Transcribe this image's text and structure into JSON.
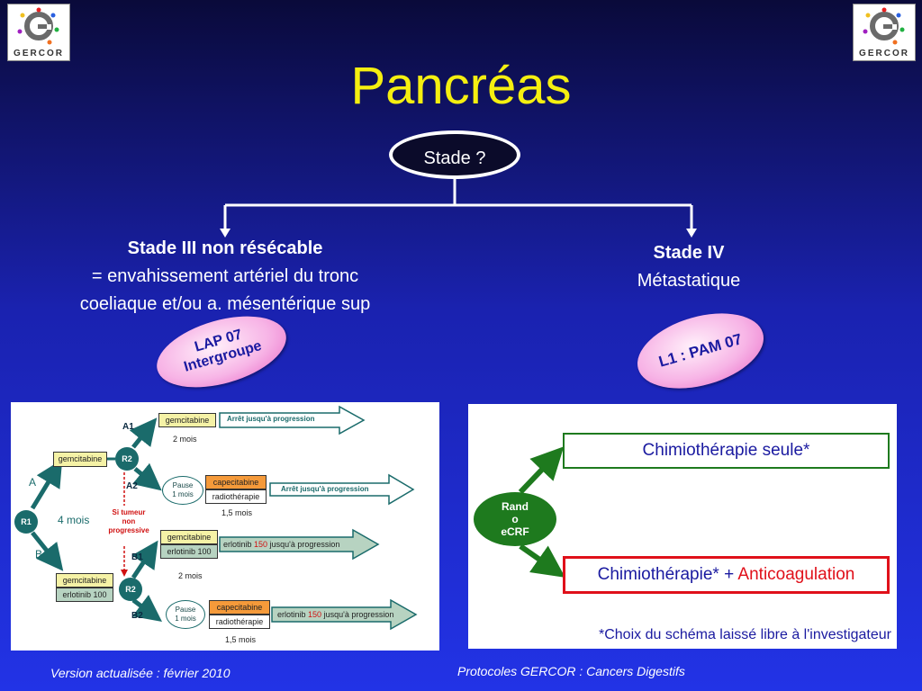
{
  "logo_text": "GERCOR",
  "title": "Pancréas",
  "stade_question": "Stade ?",
  "left_branch": {
    "heading": "Stade III non résécable",
    "line1": "= envahissement artériel du tronc",
    "line2": "coeliaque et/ou a. mésentérique sup",
    "trial_line1": "LAP 07",
    "trial_line2": "Intergroupe"
  },
  "right_branch": {
    "heading": "Stade IV",
    "subheading": "Métastatique",
    "trial": "L1 : PAM 07"
  },
  "lap07_diagram": {
    "r1": "R1",
    "r2": "R2",
    "arm_a": "A",
    "arm_b": "B",
    "four_months": "4 mois",
    "gemcitabine": "gemcitabine",
    "erlotinib100": "erlotinib 100",
    "a1": "A1",
    "a2": "A2",
    "b1": "B1",
    "b2": "B2",
    "two_months": "2 mois",
    "one_five_months": "1,5 mois",
    "arret": "Arrêt jusqu'à progression",
    "pause_line1": "Pause",
    "pause_line2": "1 mois",
    "capecitabine": "capecitabine",
    "radiotherapie": "radiothérapie",
    "si_tumeur_l1": "Si tumeur",
    "si_tumeur_l2": "non",
    "si_tumeur_l3": "progressive",
    "erlotinib_prefix": "erlotinib",
    "erlotinib_dose": "150",
    "erlotinib_suffix": "jusqu'à progression"
  },
  "pam07_diagram": {
    "rand_l1": "Rand",
    "rand_l2": "o",
    "rand_l3": "eCRF",
    "arm1": "Chimiothérapie seule*",
    "arm2_prefix": "Chimiothérapie* +",
    "arm2_highlight": "Anticoagulation",
    "note": "*Choix du schéma laissé libre à l'investigateur"
  },
  "footer_left": "Version actualisée : février 2010",
  "footer_right": "Protocoles GERCOR : Cancers Digestifs",
  "colors": {
    "title_yellow": "#f5ef10",
    "teal": "#1a6b6b",
    "green_box": "#1e7a1e",
    "red_box": "#e0101a",
    "oval_blue": "#1a1aa0"
  }
}
